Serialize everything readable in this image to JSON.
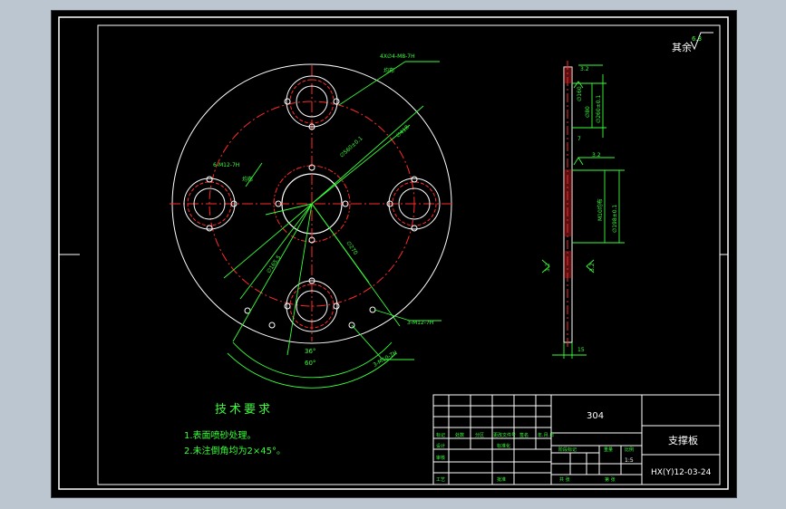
{
  "drawing": {
    "surface_roughness_rest": "其余",
    "surface_roughness_rest_value": "6.3",
    "material": "304",
    "part_name": "支撑板",
    "drawing_number": "HX(Y)12-03-24",
    "scale": "1:5"
  },
  "plan_view": {
    "callout_top": "4X∅4-M8-7H",
    "callout_top_sub": "均布",
    "callout_left": "6-M12-7H",
    "callout_left_sub": "均布",
    "dim_pcd_outer": "∅560±0.1",
    "dim_od": "∅418",
    "dim_inner_left": "∅165.5",
    "dim_inner_right": "∅270",
    "callout_lower_right_1": "3-M12-7H",
    "callout_lower_right_2": "3-M10-7H",
    "angle_inner": "36°",
    "angle_outer": "60°"
  },
  "side_view": {
    "roughness_top": "3.2",
    "roughness_mid": "3.2",
    "roughness_left": "3.2",
    "roughness_right": "3.2",
    "dim_upper_1": "∅160",
    "dim_upper_2": "∅260±0.1",
    "dim_upper_3": "∅80",
    "dim_lower_1": "M10均布",
    "dim_lower_2": "∅198±0.1",
    "dim_small": "7",
    "dim_thickness": "15"
  },
  "tech_requirements": {
    "title": "技术要求",
    "items": [
      "1.表面喷砂处理。",
      "2.未注倒角均为2×45°。"
    ]
  },
  "title_block": {
    "labels": {
      "mark": "标记",
      "count": "处数",
      "zone": "分区",
      "change_doc": "更改文件号",
      "sign": "签名",
      "date": "年.月.日",
      "design": "设计",
      "standardize": "标准化",
      "stage_mark": "阶段标记",
      "weight": "重量",
      "scale_label": "比例",
      "review": "审核",
      "process": "工艺",
      "approve": "批准",
      "sheets": "共 张",
      "sheet_no": "第 张"
    }
  },
  "colors": {
    "outline": "#ffffff",
    "centerline": "#ff2a2a",
    "dimension": "#38ff38",
    "background": "#000000"
  }
}
